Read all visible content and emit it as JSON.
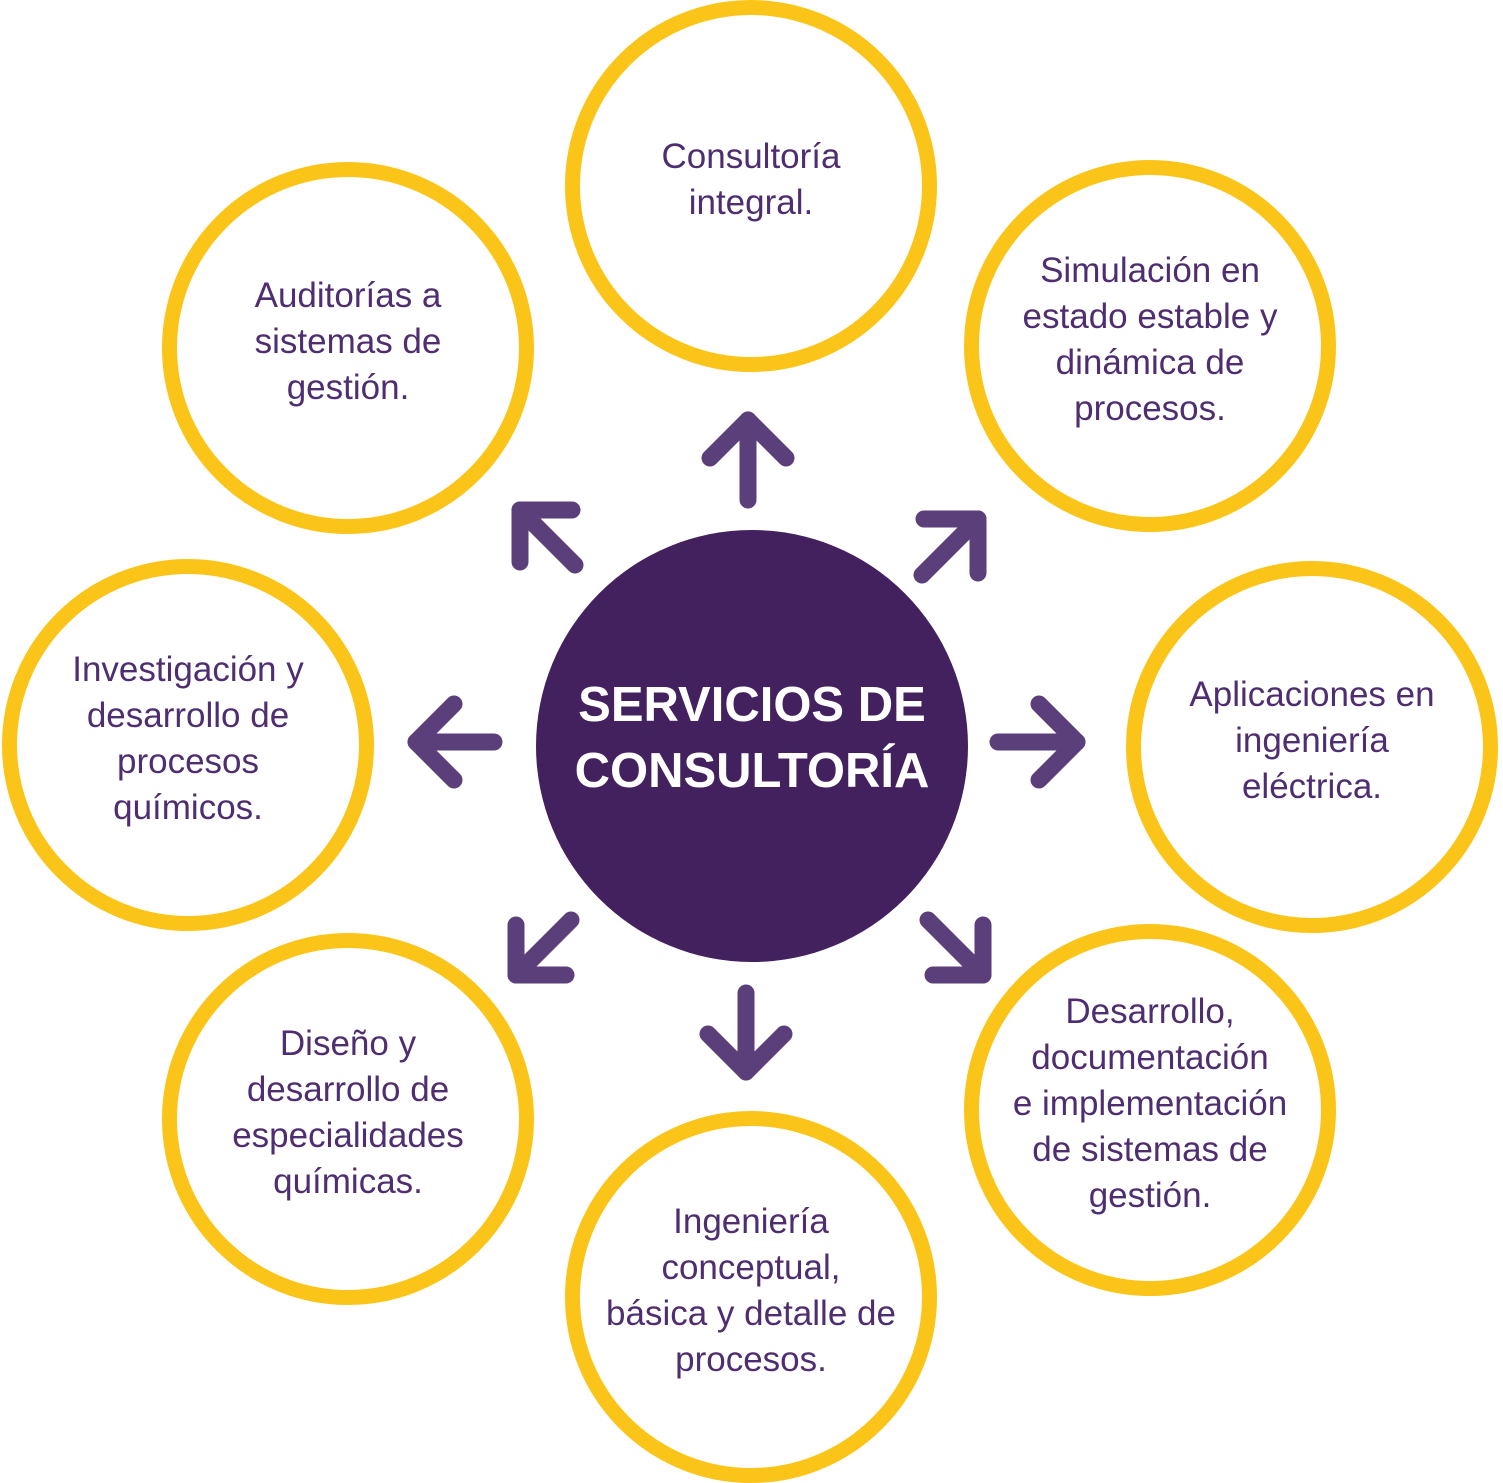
{
  "diagram": {
    "title": "SERVICIOS DE\nCONSULTORÍA",
    "colors": {
      "hub_fill": "#43215F",
      "ring_stroke": "#FBC419",
      "arrow": "#5B3F7A",
      "label_text": "#4E2E70"
    },
    "nodes": [
      {
        "id": "top",
        "label": "Consultoría\nintegral."
      },
      {
        "id": "top-right",
        "label": "Simulación en\nestado estable y\ndinámica de\nprocesos."
      },
      {
        "id": "right",
        "label": "Aplicaciones en\ningeniería\neléctrica."
      },
      {
        "id": "bottom-right",
        "label": "Desarrollo,\ndocumentación\ne implementación\nde sistemas de\ngestión."
      },
      {
        "id": "bottom",
        "label": "Ingeniería\nconceptual,\nbásica y detalle de\nprocesos."
      },
      {
        "id": "bottom-left",
        "label": "Diseño y\ndesarrollo de\nespecialidades\nquímicas."
      },
      {
        "id": "left",
        "label": "Investigación y\ndesarrollo de\nprocesos\nquímicos."
      },
      {
        "id": "top-left",
        "label": "Auditorías a\nsistemas de\ngestión."
      }
    ]
  }
}
